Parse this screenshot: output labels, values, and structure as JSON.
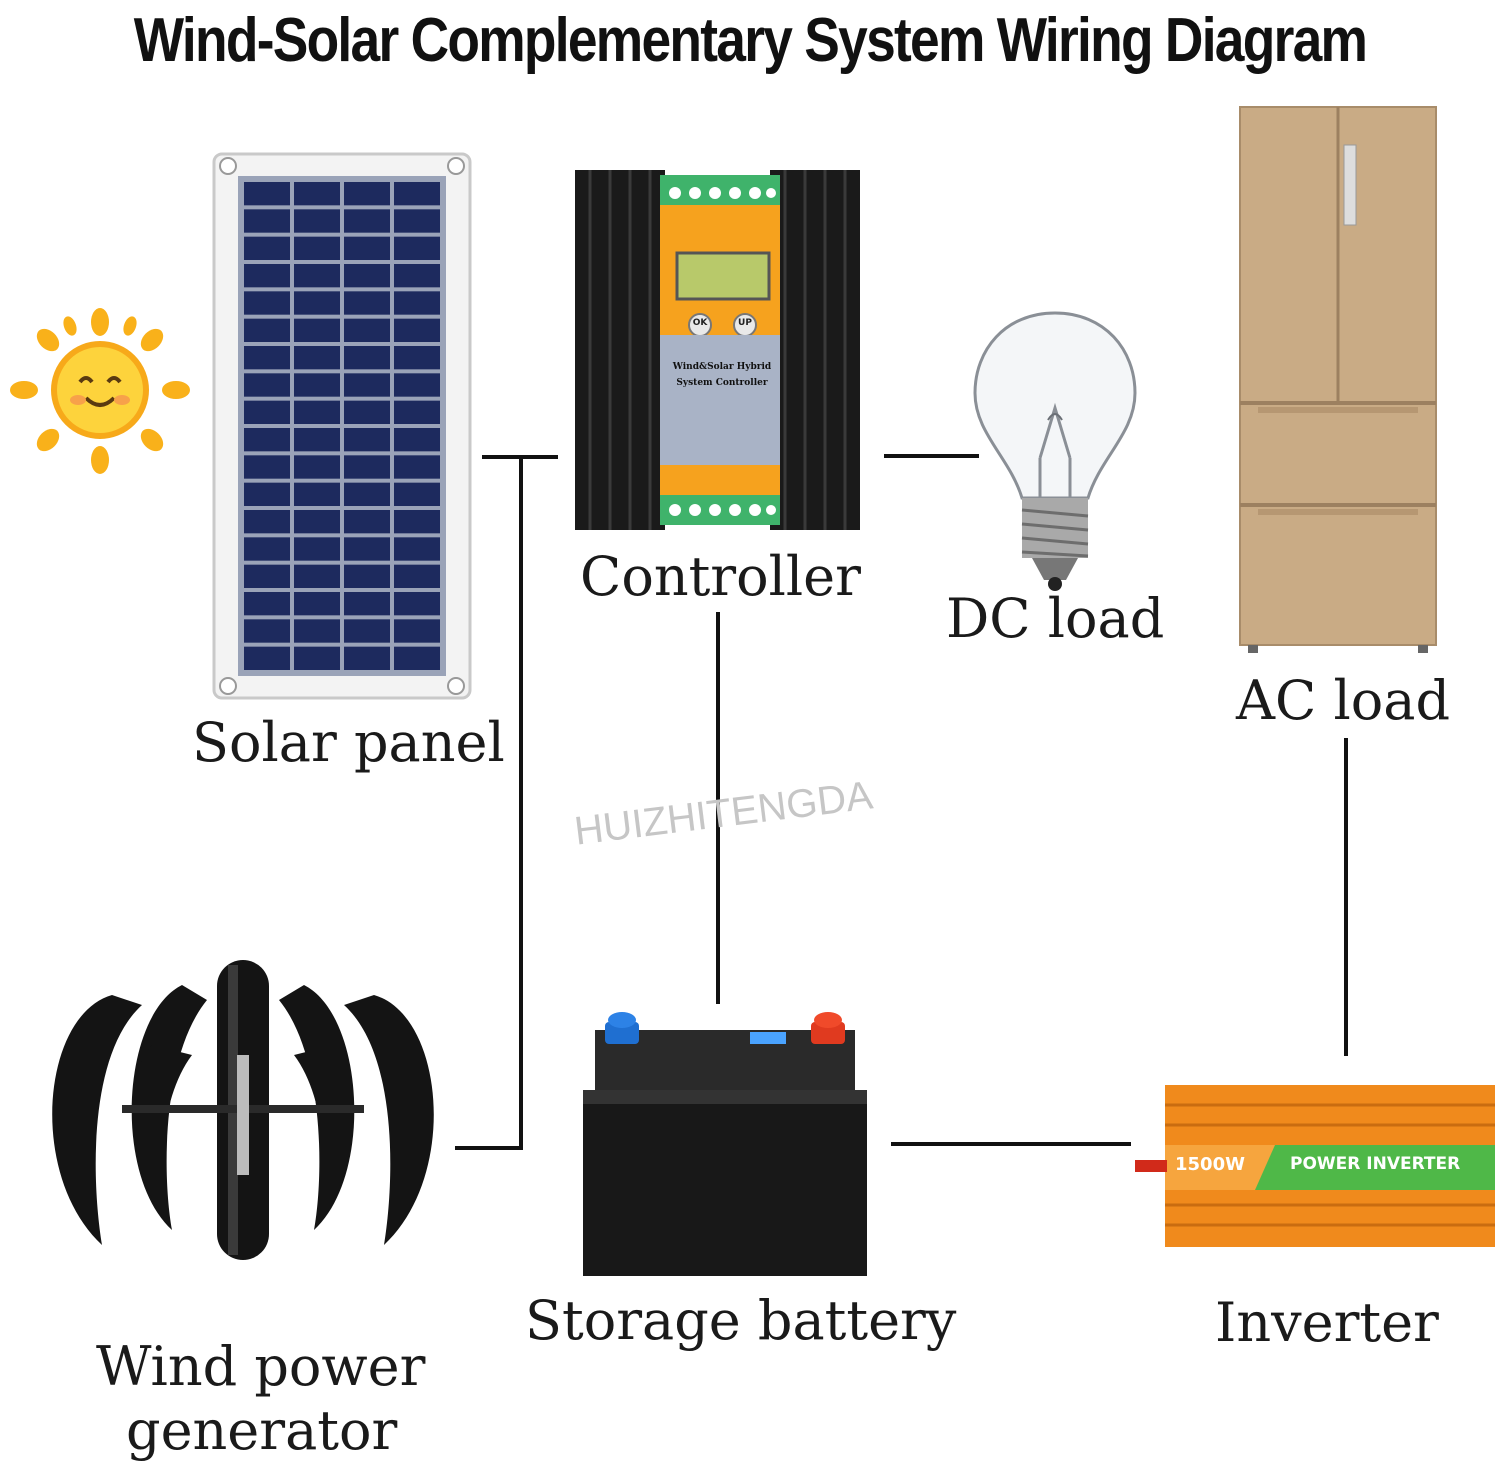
{
  "title": "Wind-Solar Complementary System Wiring Diagram",
  "labels": {
    "solar_panel": "Solar panel",
    "controller": "Controller",
    "dc_load": "DC load",
    "ac_load": "AC load",
    "storage_battery": "Storage battery",
    "inverter": "Inverter",
    "wind_line1": "Wind power",
    "wind_line2": "generator"
  },
  "watermark": "HUIZHITENGDA",
  "controller_panel": {
    "ok": "OK",
    "up": "UP",
    "name_line1": "Wind&Solar Hybrid",
    "name_line2": "System Controller"
  },
  "inverter_panel": {
    "rating": "1500W",
    "name": "POWER INVERTER"
  },
  "colors": {
    "controller_orange": "#f6a21e",
    "terminal_green": "#3fb36b",
    "inverter_orange": "#f08a1c",
    "inverter_green": "#4fb848",
    "sun_yellow": "#f9b11a",
    "fridge_gold": "#c9ab85",
    "solar_cell": "#1d2a5e"
  }
}
